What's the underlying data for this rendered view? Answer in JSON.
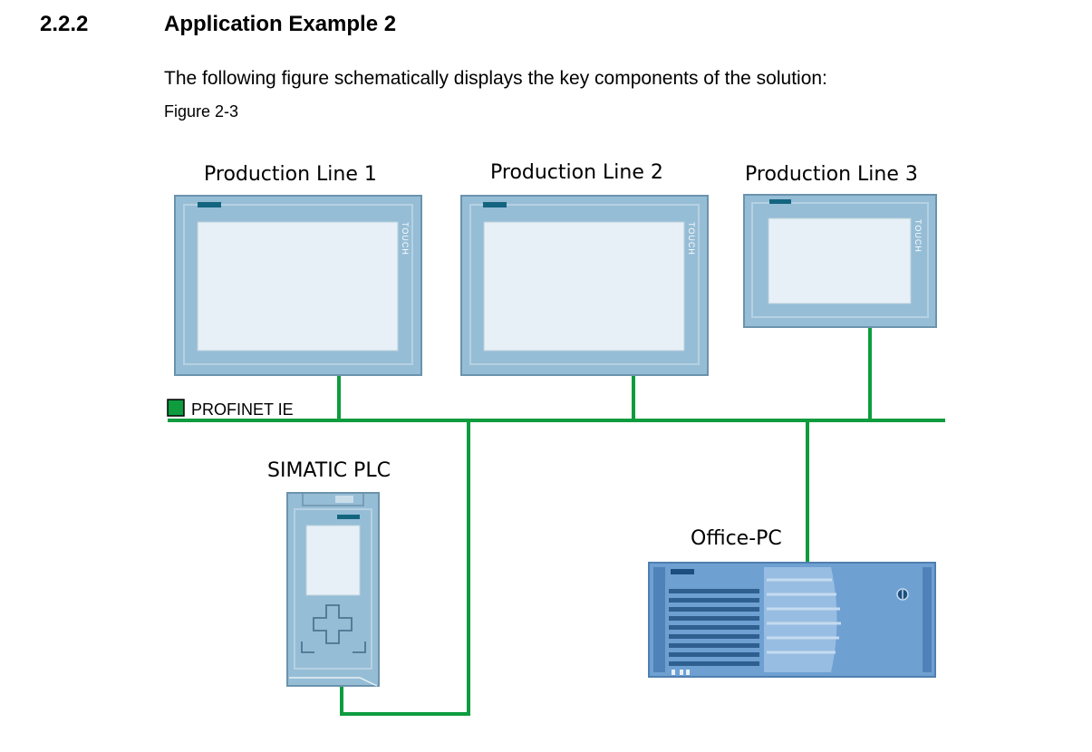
{
  "section": {
    "number": "2.2.2",
    "title": "Application Example 2"
  },
  "intro_text": "The following figure schematically displays the key components of the solution:",
  "figure_caption": "Figure 2-3",
  "diagram": {
    "panels": [
      {
        "label": "Production Line 1",
        "side_text": "TOUCH"
      },
      {
        "label": "Production Line 2",
        "side_text": "TOUCH"
      },
      {
        "label": "Production Line 3",
        "side_text": "TOUCH"
      }
    ],
    "network_label": "PROFINET IE",
    "plc_label": "SIMATIC PLC",
    "pc_label": "Office-PC",
    "colors": {
      "network_line": "#0e9c3e",
      "device_frame": "#96bdd6",
      "device_border": "#6c93ad",
      "screen": "#e6f0f6",
      "indicator": "#13657f",
      "pc_body": "#6fa0d2"
    }
  }
}
